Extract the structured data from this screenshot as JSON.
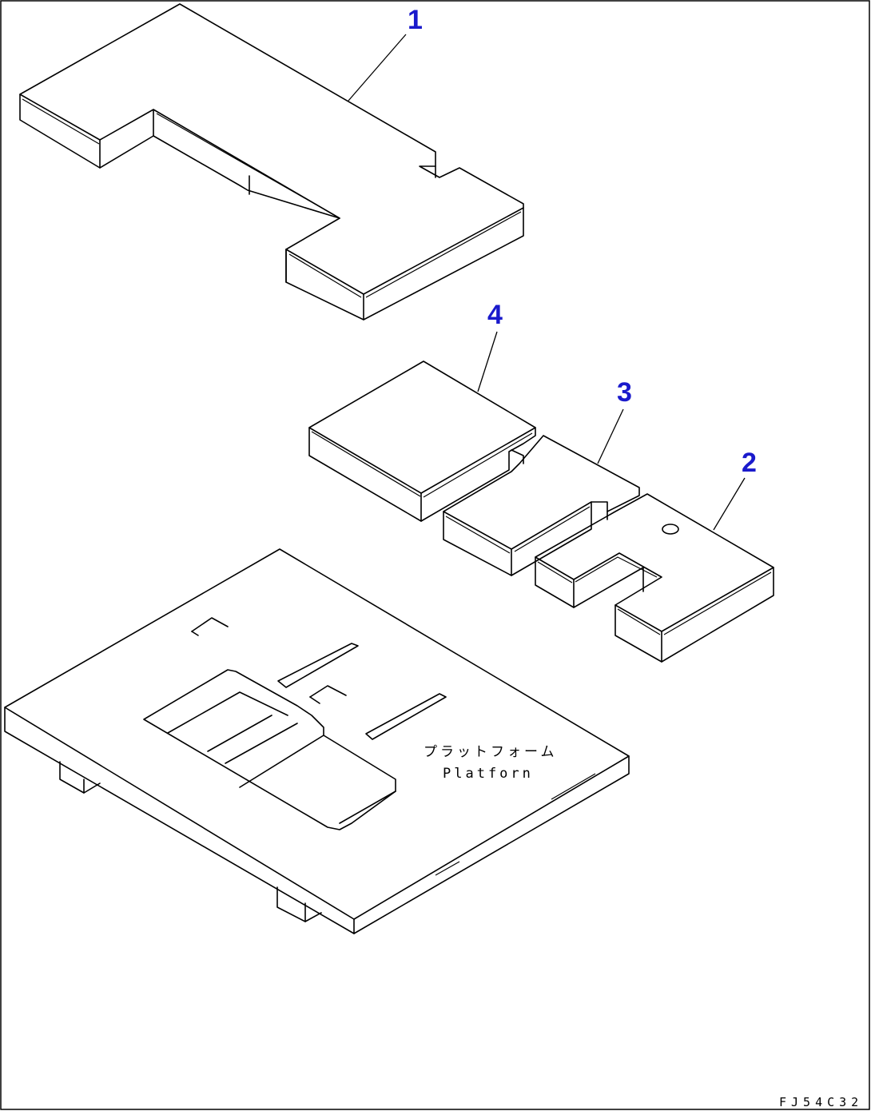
{
  "callouts": {
    "part1": "1",
    "part2": "2",
    "part3": "3",
    "part4": "4"
  },
  "platform_label": {
    "jp": "プラットフォーム",
    "en": "Platforn"
  },
  "figure_code": "FJ54C32",
  "colors": {
    "callout": "#1a1acc",
    "line": "#000000",
    "background": "#ffffff"
  }
}
